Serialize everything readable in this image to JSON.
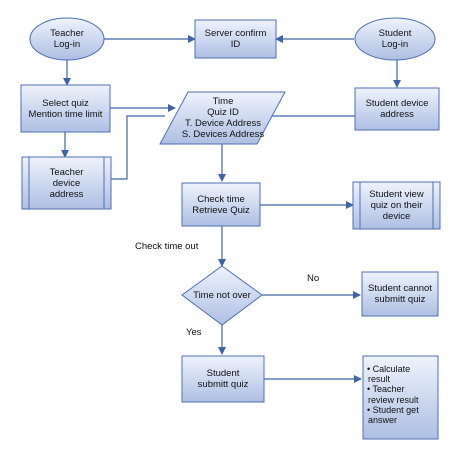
{
  "nodes": {
    "teacher_login": [
      "Teacher",
      "Log-in"
    ],
    "server_confirm": [
      "Server confirm",
      "ID"
    ],
    "student_login": [
      "Student",
      "Log-in"
    ],
    "select_quiz": [
      "Select quiz",
      "Mention time limit"
    ],
    "time_quiz": [
      "Time",
      "Quiz ID",
      "T. Device Address",
      "S. Devices Address"
    ],
    "student_device": [
      "Student device",
      "address"
    ],
    "teacher_device": [
      "Teacher",
      "device",
      "address"
    ],
    "check_time": [
      "Check time",
      "Retrieve Quiz"
    ],
    "student_view": [
      "Student view",
      "quiz on their",
      "device"
    ],
    "time_not_over": [
      "Time not over"
    ],
    "student_cannot": [
      "Student cannot",
      "submitt quiz"
    ],
    "student_submit": [
      "Student",
      "submitt quiz"
    ],
    "results": [
      "• Calculate",
      "result",
      "• Teacher",
      "review result",
      "• Student get",
      "answer"
    ]
  },
  "labels": {
    "check_time_out": "Check time out",
    "no": "No",
    "yes": "Yes"
  },
  "colors": {
    "fill_light": "#eef3fc",
    "fill_dark": "#aebfe3",
    "stroke": "#4f6fb3",
    "line": "#3f63a8"
  }
}
